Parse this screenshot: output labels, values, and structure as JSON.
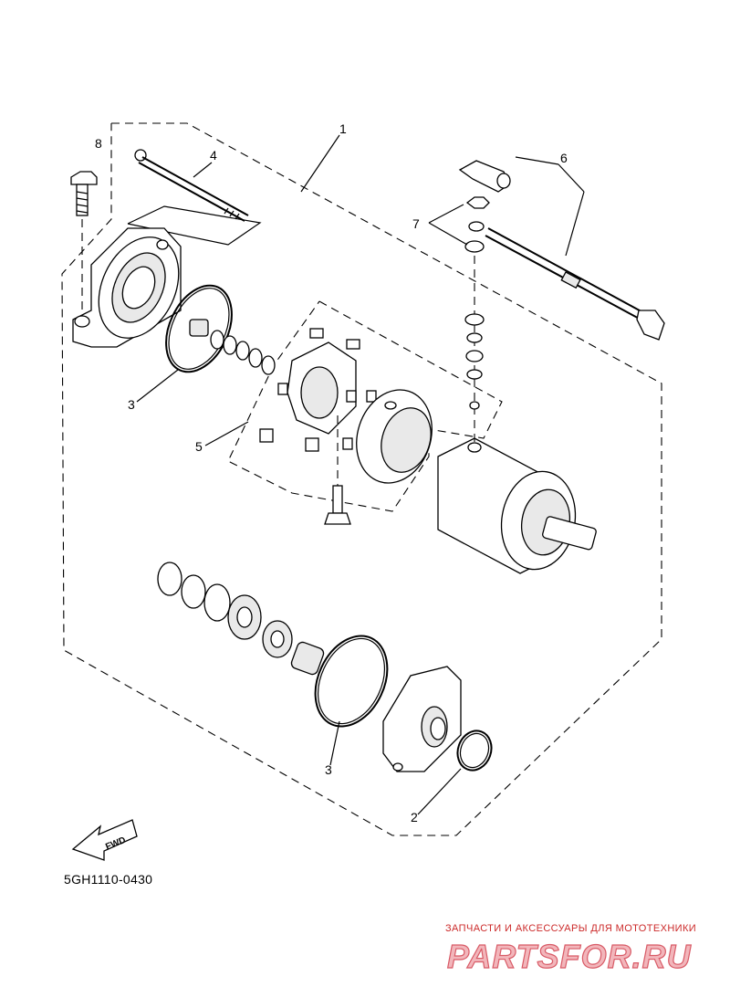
{
  "diagram": {
    "part_labels": [
      {
        "id": "1",
        "text": "1"
      },
      {
        "id": "2",
        "text": "2"
      },
      {
        "id": "3a",
        "text": "3"
      },
      {
        "id": "3b",
        "text": "3"
      },
      {
        "id": "4",
        "text": "4"
      },
      {
        "id": "5",
        "text": "5"
      },
      {
        "id": "6",
        "text": "6"
      },
      {
        "id": "7",
        "text": "7"
      },
      {
        "id": "8",
        "text": "8"
      }
    ],
    "diagram_code": "5GH1110-0430",
    "fwd_label": "FWD"
  },
  "watermark": {
    "tagline": "ЗАПЧАСТИ И АКСЕССУАРЫ ДЛЯ МОТОТЕХНИКИ",
    "brand": "PARTSFOR.RU",
    "fill_color": "#f2b6bb",
    "stroke_color": "#d85a66",
    "tagline_color": "#cc2a2a"
  }
}
